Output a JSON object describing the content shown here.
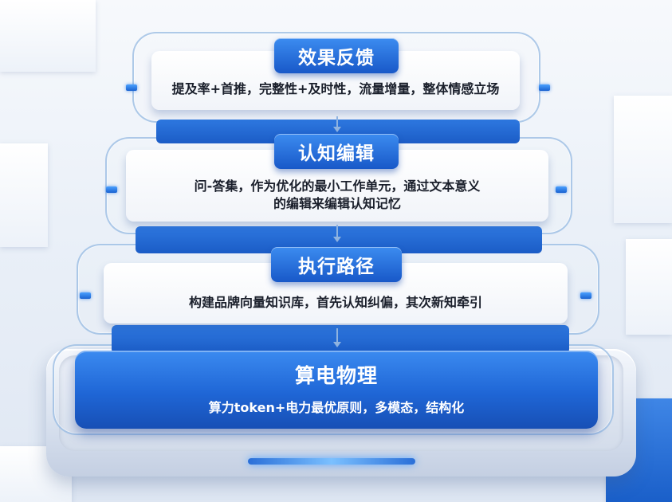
{
  "layers": [
    {
      "title": "效果反馈",
      "description": "提及率+首推，完整性+及时性，流量增量，整体情感立场"
    },
    {
      "title": "认知编辑",
      "description_line1": "问-答集，作为优化的最小工作单元，通过文本意义",
      "description_line2": "的编辑来编辑认知记忆"
    },
    {
      "title": "执行路径",
      "description": "构建品牌向量知识库，首先认知纠偏，其次新知牵引"
    },
    {
      "title": "算电物理",
      "description": "算力token+电力最优原则，多模态，结构化"
    }
  ],
  "colors": {
    "accent_blue": "#1f66d6",
    "badge_blue": "#2b72dc",
    "card_white": "#ffffff",
    "text_dark": "#1a1f2b"
  }
}
